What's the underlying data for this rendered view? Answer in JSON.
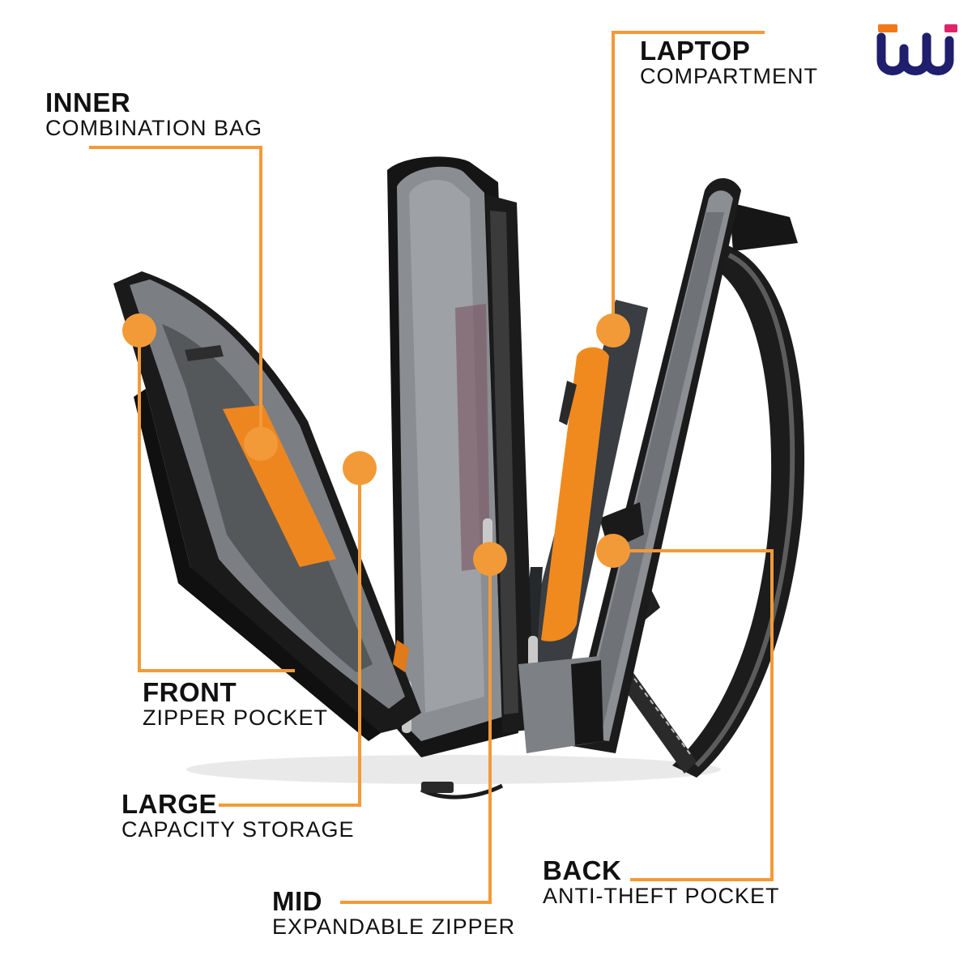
{
  "brand": {
    "logo_icon": "brand-logo-icon",
    "colors": {
      "navy": "#1f1f6e",
      "orange": "#f07a1a",
      "pink": "#e0246c"
    }
  },
  "accent_color": "#f29a38",
  "callouts": [
    {
      "id": "inner",
      "title": "INNER",
      "subtitle": "COMBINATION BAG"
    },
    {
      "id": "laptop",
      "title": "LAPTOP",
      "subtitle": "COMPARTMENT"
    },
    {
      "id": "front",
      "title": "FRONT",
      "subtitle": "ZIPPER POCKET"
    },
    {
      "id": "large",
      "title": "LARGE",
      "subtitle": "CAPACITY STORAGE"
    },
    {
      "id": "back",
      "title": "BACK",
      "subtitle": "ANTI-THEFT POCKET"
    },
    {
      "id": "mid",
      "title": "MID",
      "subtitle": "EXPANDABLE ZIPPER"
    }
  ]
}
